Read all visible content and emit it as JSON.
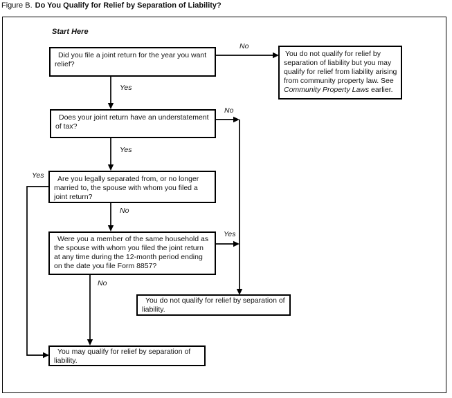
{
  "title": {
    "prefix": "Figure B.",
    "main": "Do You Qualify for Relief by Separation of Liability?"
  },
  "labels": {
    "start_here": "Start Here"
  },
  "edges": {
    "q1_no": "No",
    "q1_yes": "Yes",
    "q2_no": "No",
    "q2_yes": "Yes",
    "q3_yes": "Yes",
    "q3_no": "No",
    "q4_yes": "Yes",
    "q4_no": "No"
  },
  "nodes": {
    "q1": {
      "text": "Did you file a joint return for the year you want\nrelief?"
    },
    "q2": {
      "text": "Does your joint return have an understatement\nof tax?"
    },
    "q3": {
      "text": "Are you legally separated from, or no longer\nmarried to, the spouse with whom you filed a\njoint return?"
    },
    "q4": {
      "text": "Were you a member of the same household as\nthe spouse with whom you filed the joint return\nat any time during the 12-month period ending\non the date you file Form 8857?"
    },
    "community": {
      "text_before": "You do not qualify for relief by\nseparation of liability but you may\nqualify for relief from liability arising\nfrom community property law. See\n",
      "italic": "Community Property Laws",
      "text_after": " earlier."
    },
    "no_qualify": {
      "text": "You do not qualify for relief by separation of\nliability."
    },
    "may_qualify": {
      "text": "You may qualify for relief by separation of\nliability."
    }
  }
}
